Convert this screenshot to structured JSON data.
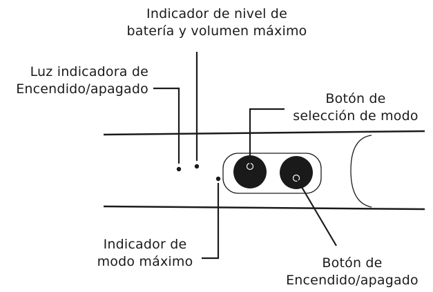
{
  "diagram": {
    "labels": {
      "battery_indicator": [
        "Indicador de nivel de",
        "batería y volumen máximo"
      ],
      "power_light": [
        "Luz indicadora de",
        "Encendido/apagado"
      ],
      "mode_button": [
        "Botón de",
        "selección de modo"
      ],
      "max_mode_indicator": [
        "Indicador de",
        "modo máximo"
      ],
      "power_button": [
        "Botón de",
        "Encendido/apagado"
      ]
    },
    "colors": {
      "ink": "#1a1a1a",
      "background": "#ffffff"
    }
  }
}
